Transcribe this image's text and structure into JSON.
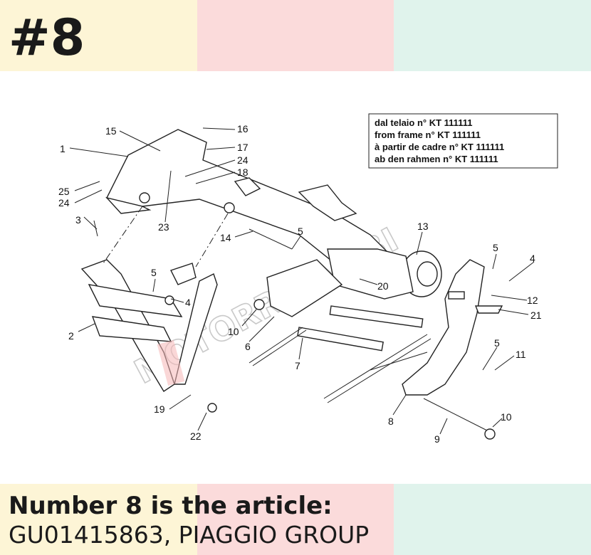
{
  "header": {
    "number": "#8"
  },
  "note_box": {
    "lines": [
      "dal telaio n° KT 111111",
      "from frame n° KT 111111",
      "à partir de cadre n° KT 111111",
      "ab den rahmen n° KT 111111"
    ]
  },
  "watermark": "MOTORRICAMBI",
  "callouts": [
    "1",
    "2",
    "3",
    "4",
    "4",
    "5",
    "5",
    "5",
    "5",
    "6",
    "7",
    "8",
    "9",
    "10",
    "10",
    "11",
    "12",
    "13",
    "14",
    "15",
    "16",
    "17",
    "18",
    "19",
    "20",
    "21",
    "22",
    "23",
    "24",
    "24",
    "25"
  ],
  "footer": {
    "line1": "Number 8 is the article:",
    "line2": "GU01415863, PIAGGIO GROUP"
  },
  "colors": {
    "yellow": "#fdf5d6",
    "pink": "#fbdbdb",
    "mint": "#e0f3ec",
    "highlight": "#f6b7b7"
  }
}
